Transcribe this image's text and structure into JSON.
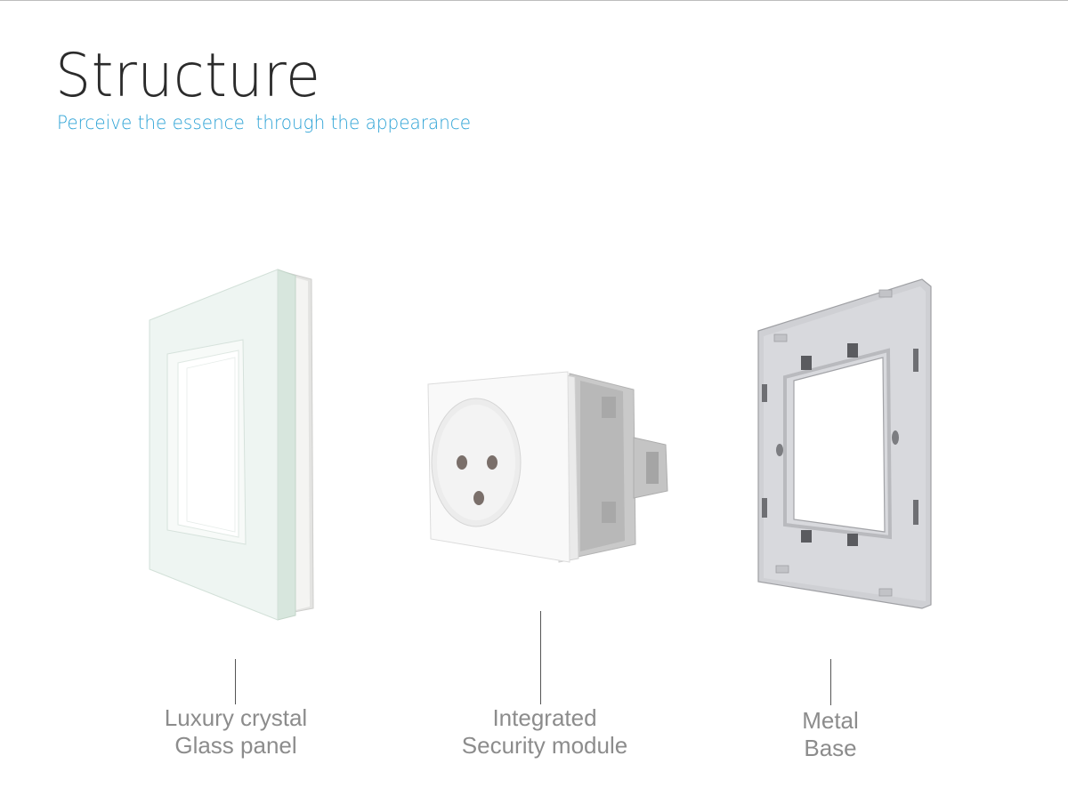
{
  "header": {
    "title": "Structure",
    "subtitle": "Perceive the essence  through the appearance"
  },
  "components": [
    {
      "line1": "Luxury crystal",
      "line2": "Glass panel"
    },
    {
      "line1": "Integrated",
      "line2": "Security module"
    },
    {
      "line1": "Metal",
      "line2": "Base"
    }
  ],
  "colors": {
    "title": "#2b2b2b",
    "subtitle": "#2ea3d6",
    "caption": "#8c8c8c"
  }
}
